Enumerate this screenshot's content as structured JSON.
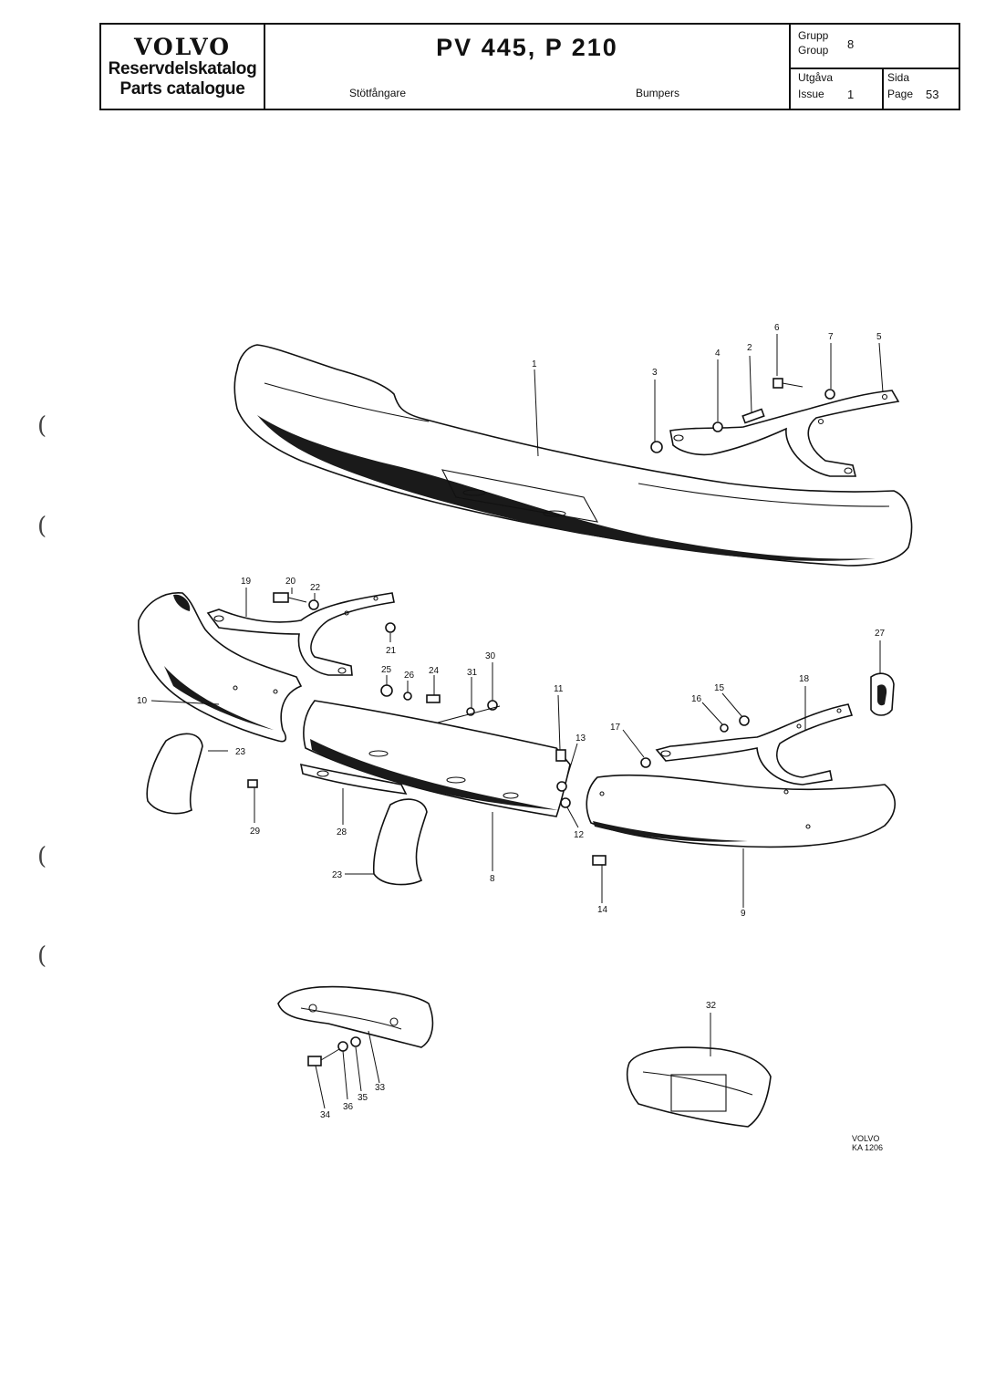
{
  "header": {
    "brand": "VOLVO",
    "catalog_sv": "Reservdelskatalog",
    "catalog_en": "Parts catalogue",
    "model": "PV 445, P 210",
    "subtitle_sv": "Stötfångare",
    "subtitle_en": "Bumpers",
    "group_label_sv": "Grupp",
    "group_label_en": "Group",
    "group_value": "8",
    "issue_label_sv": "Utgåva",
    "issue_label_en": "Issue",
    "issue_value": "1",
    "page_label_sv": "Sida",
    "page_label_en": "Page",
    "page_value": "53"
  },
  "diagram": {
    "callouts": [
      "1",
      "2",
      "3",
      "4",
      "5",
      "6",
      "7",
      "8",
      "9",
      "10",
      "11",
      "12",
      "13",
      "14",
      "15",
      "16",
      "17",
      "18",
      "19",
      "20",
      "21",
      "22",
      "23",
      "23",
      "24",
      "25",
      "26",
      "27",
      "28",
      "29",
      "30",
      "31",
      "32",
      "33",
      "34",
      "35",
      "36"
    ],
    "reference_line1": "VOLVO",
    "reference_line2": "KA 1206"
  }
}
